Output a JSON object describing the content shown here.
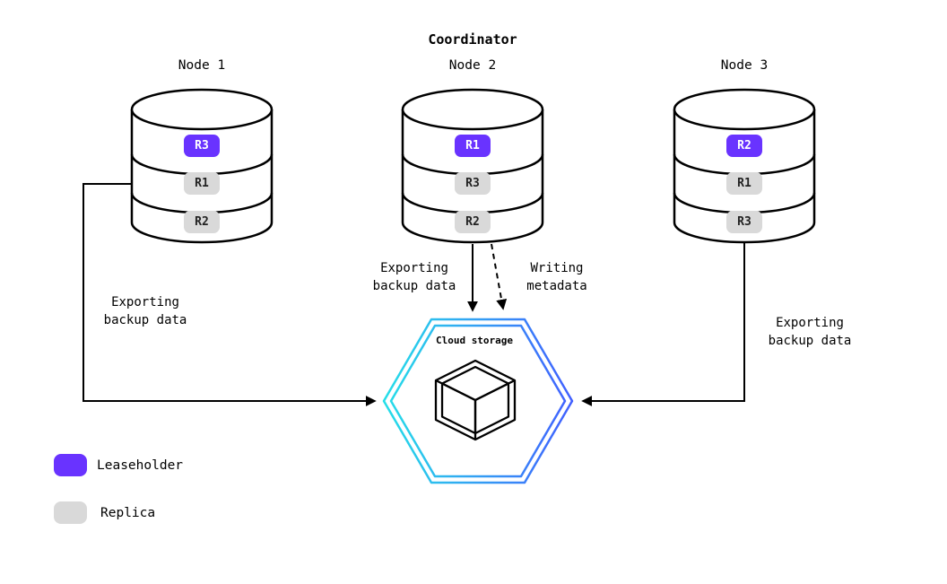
{
  "title": "Coordinator",
  "nodes": [
    {
      "label": "Node 1",
      "replicas": [
        {
          "label": "R3",
          "role": "leaseholder"
        },
        {
          "label": "R1",
          "role": "replica"
        },
        {
          "label": "R2",
          "role": "replica"
        }
      ]
    },
    {
      "label": "Node 2",
      "replicas": [
        {
          "label": "R1",
          "role": "leaseholder"
        },
        {
          "label": "R3",
          "role": "replica"
        },
        {
          "label": "R2",
          "role": "replica"
        }
      ]
    },
    {
      "label": "Node 3",
      "replicas": [
        {
          "label": "R2",
          "role": "leaseholder"
        },
        {
          "label": "R1",
          "role": "replica"
        },
        {
          "label": "R3",
          "role": "replica"
        }
      ]
    }
  ],
  "cloud_storage": {
    "label": "Cloud storage"
  },
  "edge_labels": {
    "node1_export": "Exporting\nbackup data",
    "node2_export": "Exporting\nbackup data",
    "node2_metadata": "Writing\nmetadata",
    "node3_export": "Exporting\nbackup data"
  },
  "legend": {
    "leaseholder": {
      "label": "Leaseholder",
      "color": "#6933ff"
    },
    "replica": {
      "label": "Replica",
      "color": "#d9d9d9"
    }
  },
  "colors": {
    "leaseholder_badge": "#6933ff",
    "replica_badge": "#d9d9d9",
    "hexagon_gradient_start": "#25dfe8",
    "hexagon_gradient_end": "#415fff",
    "line": "#000000"
  }
}
